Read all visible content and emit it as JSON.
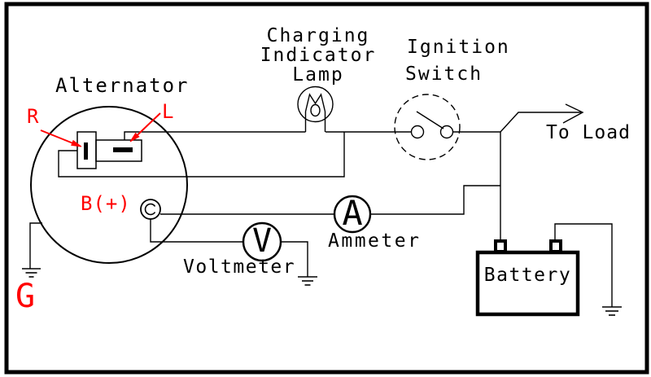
{
  "diagram": {
    "components": {
      "alternator": {
        "label": "Alternator"
      },
      "charging_lamp": {
        "label_lines": [
          "Charging",
          "Indicator",
          "Lamp"
        ]
      },
      "ignition_switch": {
        "label_lines": [
          "Ignition",
          "Switch"
        ]
      },
      "to_load": {
        "label": "To Load"
      },
      "ammeter": {
        "label": "Ammeter",
        "symbol": "A"
      },
      "voltmeter": {
        "label": "Voltmeter",
        "symbol": "V"
      },
      "battery": {
        "label": "Battery"
      }
    },
    "terminals": {
      "r": "R",
      "l": "L",
      "b_plus": "B(+)",
      "ground": "G"
    },
    "colors": {
      "wire": "#000000",
      "terminal_label": "#ff0000",
      "background": "#ffffff"
    }
  }
}
